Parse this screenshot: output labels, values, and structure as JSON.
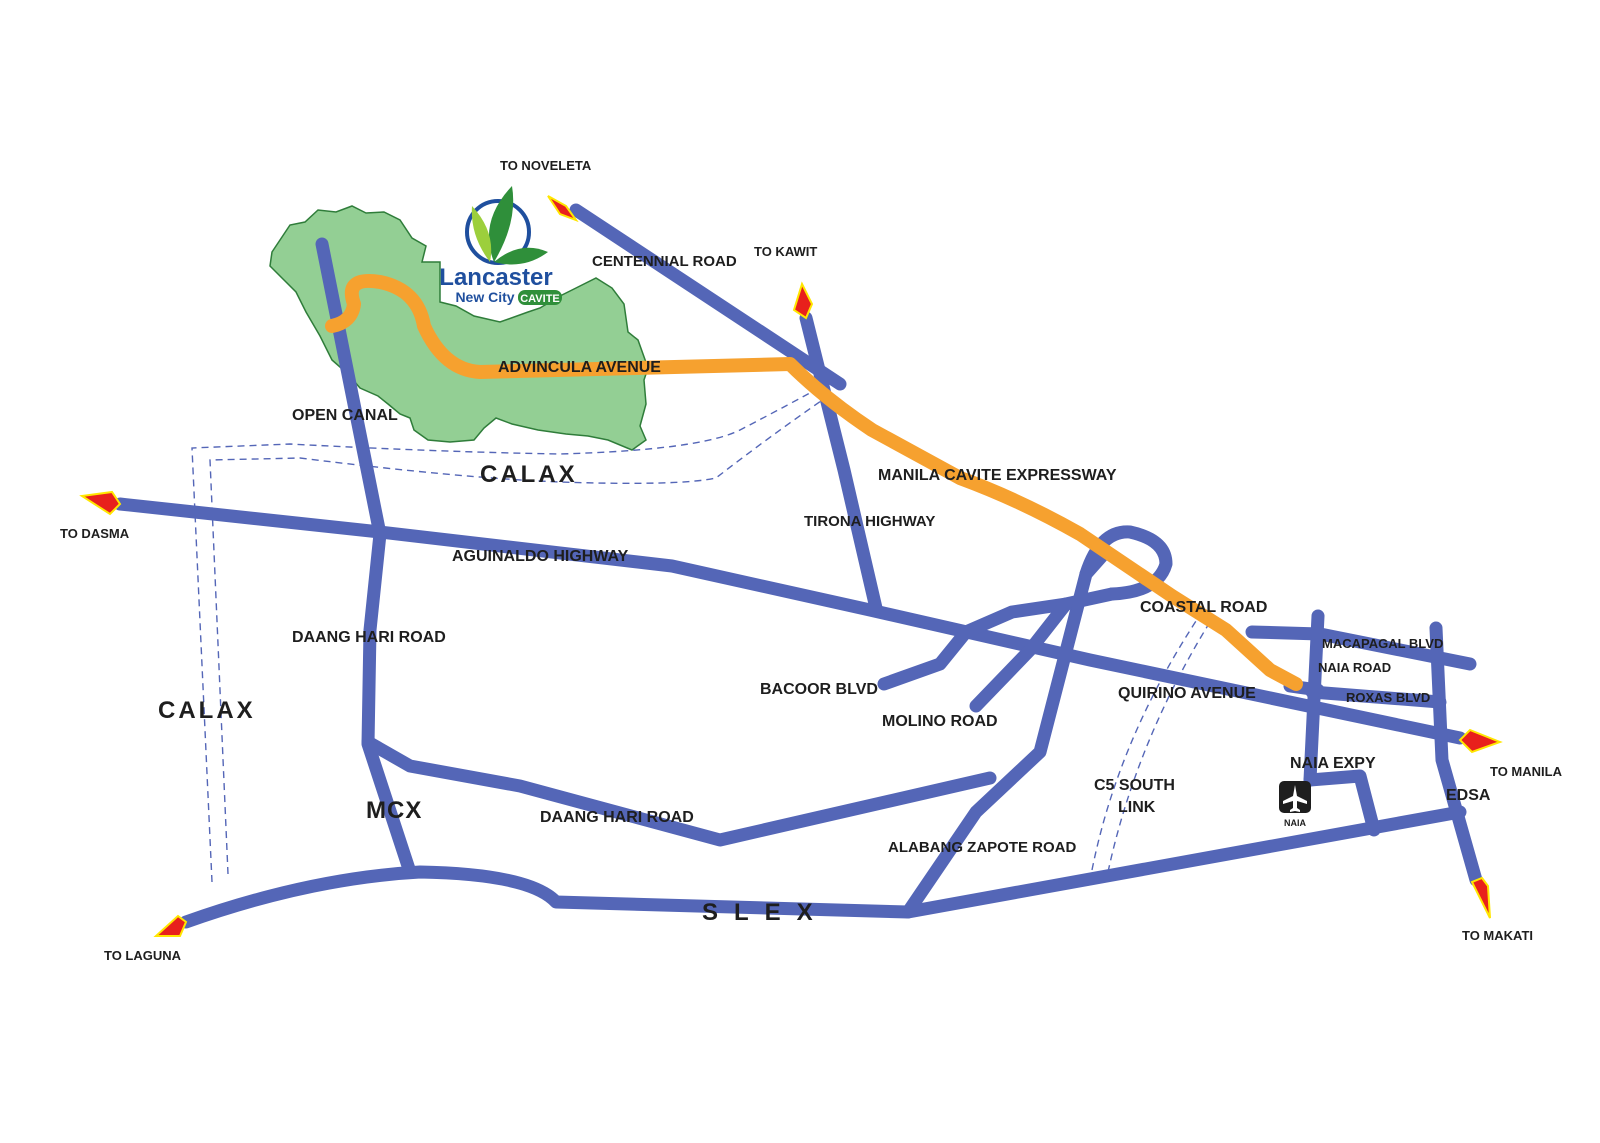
{
  "colors": {
    "road": "#5466b7",
    "highlight": "#f6a12f",
    "estate_fill": "#93cf94",
    "estate_stroke": "#2f7d3a",
    "arrow_fill": "#e8201c",
    "arrow_tip": "#ffe600",
    "text": "#1e1e1e",
    "logo_blue": "#1f4f9e",
    "logo_green": "#2f8f3a"
  },
  "logo": {
    "name": "Lancaster",
    "sub": "New City",
    "badge": "CAVITE"
  },
  "direction_labels": {
    "noveleta": "TO NOVELETA",
    "kawit": "TO KAWIT",
    "dasma": "TO DASMA",
    "manila": "TO MANILA",
    "laguna": "TO LAGUNA",
    "makati": "TO MAKATI"
  },
  "road_labels": {
    "centennial": "CENTENNIAL ROAD",
    "advincula": "ADVINCULA AVENUE",
    "open_canal": "OPEN CANAL",
    "calax_top": "CALAX",
    "calax_left": "CALAX",
    "mcex": "MANILA CAVITE EXPRESSWAY",
    "tirona": "TIRONA HIGHWAY",
    "aguinaldo": "AGUINALDO HIGHWAY",
    "daang_hari_1": "DAANG HARI ROAD",
    "daang_hari_2": "DAANG HARI ROAD",
    "coastal": "COASTAL ROAD",
    "macapagal": "MACAPAGAL BLVD",
    "naia_road": "NAIA ROAD",
    "roxas": "ROXAS BLVD",
    "quirino": "QUIRINO AVENUE",
    "bacoor": "BACOOR BLVD",
    "molino": "MOLINO ROAD",
    "naia_expy": "NAIA EXPY",
    "edsa": "EDSA",
    "mcx": "MCX",
    "c5_line1": "C5 SOUTH",
    "c5_line2": "LINK",
    "alabang": "ALABANG ZAPOTE ROAD",
    "slex": "SLEX"
  },
  "landmark": {
    "naia_label": "NAIA",
    "icon": "airplane-icon"
  }
}
